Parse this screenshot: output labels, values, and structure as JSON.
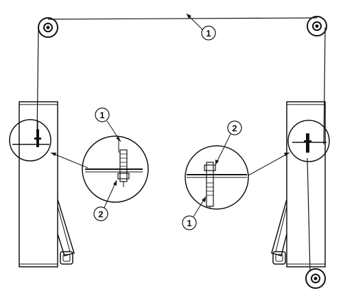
{
  "diagram": {
    "colors": {
      "line": "#111111",
      "background": "#ffffff"
    },
    "callouts": [
      {
        "id": "callout-1-top",
        "label": "1"
      },
      {
        "id": "callout-1-left-detail",
        "label": "1"
      },
      {
        "id": "callout-2-left-detail",
        "label": "2"
      },
      {
        "id": "callout-2-right-detail",
        "label": "2"
      },
      {
        "id": "callout-1-right-detail",
        "label": "1"
      }
    ]
  }
}
